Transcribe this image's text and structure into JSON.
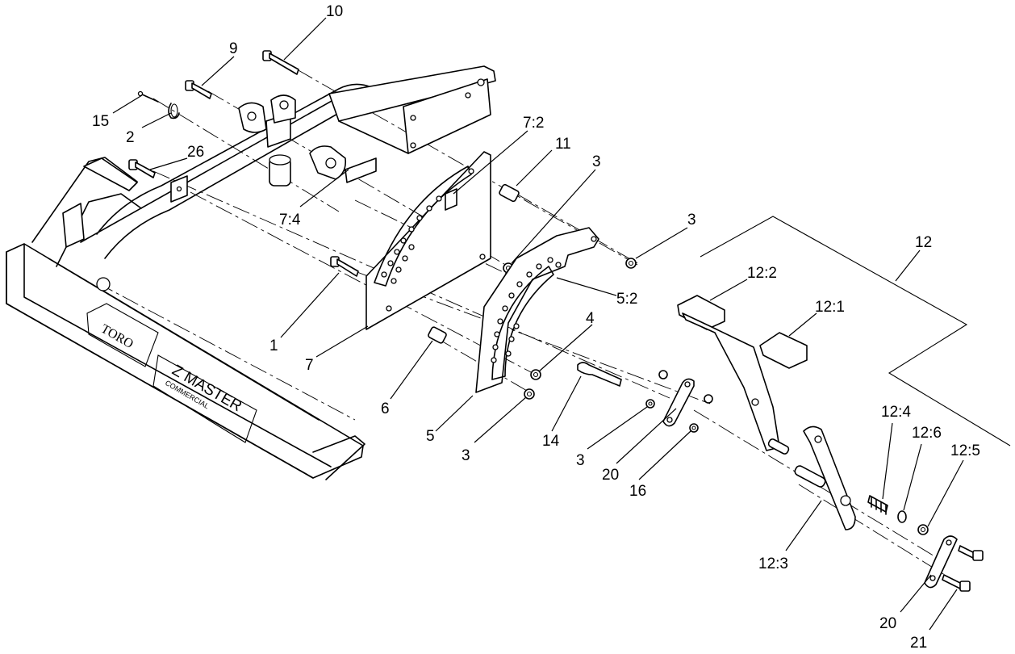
{
  "labels": {
    "l10": "10",
    "l9": "9",
    "l15": "15",
    "l2": "2",
    "l26": "26",
    "l7_2": "7:2",
    "l11": "11",
    "l3a": "3",
    "l3b": "3",
    "l7_4": "7:4",
    "l12": "12",
    "l12_2": "12:2",
    "l12_1": "12:1",
    "l5_2": "5:2",
    "l1": "1",
    "l7": "7",
    "l4": "4",
    "l6": "6",
    "l5": "5",
    "l3c": "3",
    "l14": "14",
    "l3d": "3",
    "l20a": "20",
    "l16": "16",
    "l12_4": "12:4",
    "l12_6": "12:6",
    "l12_5": "12:5",
    "l12_3": "12:3",
    "l20b": "20",
    "l21": "21"
  },
  "decal": {
    "logo": "TORO",
    "model": "Z MASTER",
    "model_sub": "COMMERCIAL"
  }
}
